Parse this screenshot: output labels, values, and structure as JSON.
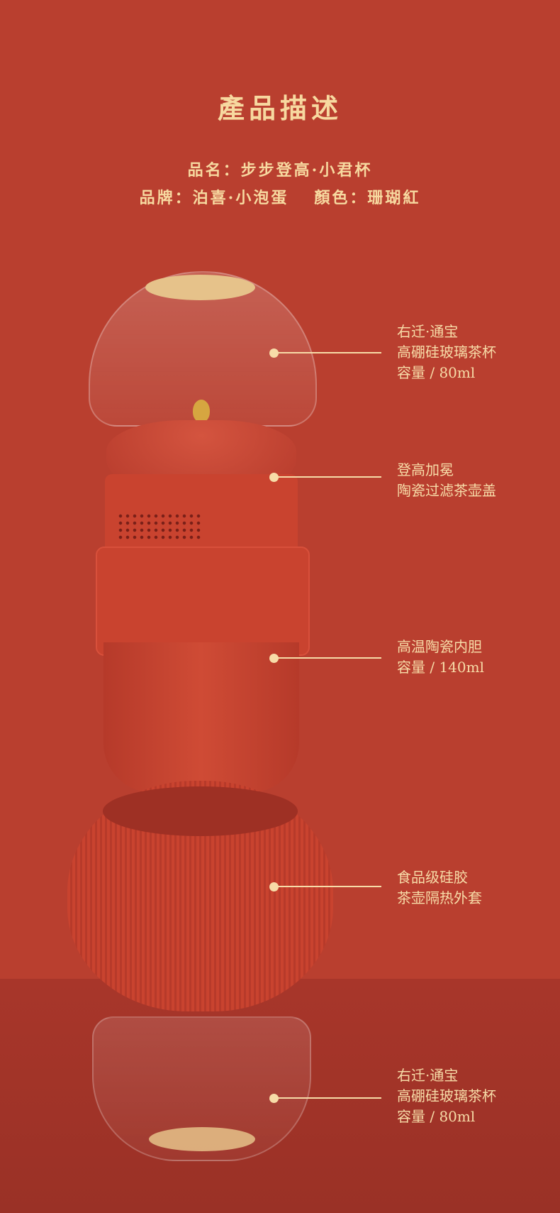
{
  "title": "產品描述",
  "specs": {
    "name_label": "品名：",
    "name_value": "步步登高·小君杯",
    "brand_label": "品牌：",
    "brand_value": "泊喜·小泡蛋",
    "color_label": "顏色：",
    "color_value": "珊瑚紅"
  },
  "callouts": [
    {
      "lines": [
        "右迁·通宝",
        "高硼硅玻璃茶杯",
        "容量 / 80ml"
      ]
    },
    {
      "lines": [
        "登高加冕",
        "陶瓷过滤茶壶盖"
      ]
    },
    {
      "lines": [
        "高温陶瓷内胆",
        "容量 / 140ml"
      ]
    },
    {
      "lines": [
        "食品级硅胶",
        "茶壶隔热外套"
      ]
    },
    {
      "lines": [
        "右迁·通宝",
        "高硼硅玻璃茶杯",
        "容量 / 80ml"
      ]
    }
  ],
  "colors": {
    "background": "#b93f2f",
    "accent": "#f7d9a0"
  }
}
